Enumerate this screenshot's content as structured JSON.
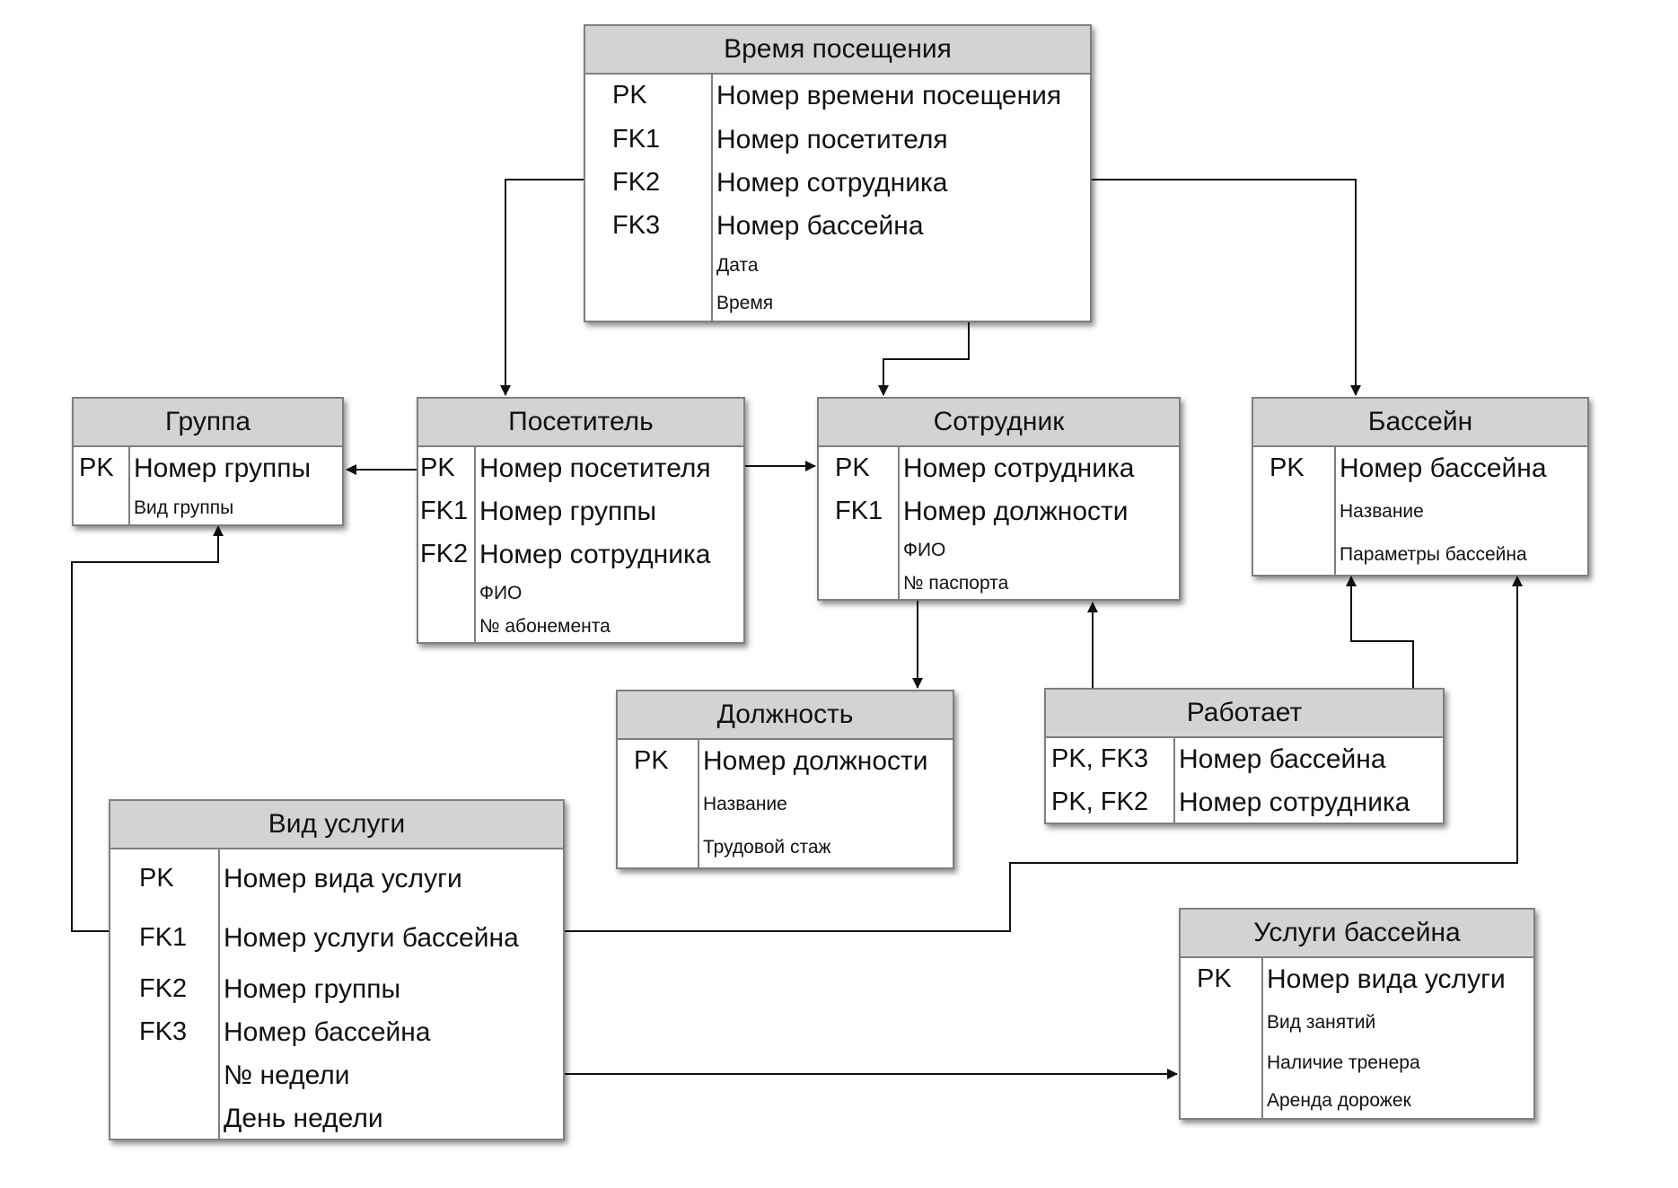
{
  "entities": [
    {
      "id": "vremya",
      "title": "Время посещения",
      "rows": [
        {
          "key": "PK",
          "attr": "Номер времени посещения",
          "size": "big"
        },
        {
          "key": "FK1",
          "attr": "Номер посетителя",
          "size": "big"
        },
        {
          "key": "FK2",
          "attr": "Номер сотрудника",
          "size": "big"
        },
        {
          "key": "FK3",
          "attr": "Номер бассейна",
          "size": "big"
        },
        {
          "key": "",
          "attr": "Дата",
          "size": "small"
        },
        {
          "key": "",
          "attr": "Время",
          "size": "small"
        }
      ]
    },
    {
      "id": "gruppa",
      "title": "Группа",
      "rows": [
        {
          "key": "PK",
          "attr": "Номер группы",
          "size": "big"
        },
        {
          "key": "",
          "attr": "Вид группы",
          "size": "small"
        }
      ]
    },
    {
      "id": "posetitel",
      "title": "Посетитель",
      "rows": [
        {
          "key": "PK",
          "attr": "Номер посетителя",
          "size": "big"
        },
        {
          "key": "FK1",
          "attr": "Номер группы",
          "size": "big"
        },
        {
          "key": "FK2",
          "attr": "Номер сотрудника",
          "size": "big"
        },
        {
          "key": "",
          "attr": "ФИО",
          "size": "small"
        },
        {
          "key": "",
          "attr": "№ абонемента",
          "size": "small"
        }
      ]
    },
    {
      "id": "sotrudnik",
      "title": "Сотрудник",
      "rows": [
        {
          "key": "PK",
          "attr": "Номер сотрудника",
          "size": "big"
        },
        {
          "key": "FK1",
          "attr": "Номер должности",
          "size": "big"
        },
        {
          "key": "",
          "attr": "ФИО",
          "size": "small"
        },
        {
          "key": "",
          "attr": "№ паспорта",
          "size": "small"
        }
      ]
    },
    {
      "id": "bassein",
      "title": "Бассейн",
      "rows": [
        {
          "key": "PK",
          "attr": "Номер бассейна",
          "size": "big"
        },
        {
          "key": "",
          "attr": "Название",
          "size": "small"
        },
        {
          "key": "",
          "attr": "Параметры бассейна",
          "size": "small"
        }
      ]
    },
    {
      "id": "dolzhnost",
      "title": "Должность",
      "rows": [
        {
          "key": "PK",
          "attr": "Номер должности",
          "size": "big"
        },
        {
          "key": "",
          "attr": "Название",
          "size": "small"
        },
        {
          "key": "",
          "attr": "Трудовой стаж",
          "size": "small"
        }
      ]
    },
    {
      "id": "rabotaet",
      "title": "Работает",
      "rows": [
        {
          "key": "PK, FK3",
          "attr": "Номер бассейна",
          "size": "big"
        },
        {
          "key": "PK, FK2",
          "attr": "Номер сотрудника",
          "size": "big"
        }
      ]
    },
    {
      "id": "vid-uslugi",
      "title": "Вид услуги",
      "rows": [
        {
          "key": "PK",
          "attr": "Номер вида услуги",
          "size": "big"
        },
        {
          "key": "FK1",
          "attr": "Номер услуги бассейна",
          "size": "big"
        },
        {
          "key": "FK2",
          "attr": "Номер группы",
          "size": "big"
        },
        {
          "key": "FK3",
          "attr": "Номер бассейна",
          "size": "big"
        },
        {
          "key": "",
          "attr": "№ недели",
          "size": "big"
        },
        {
          "key": "",
          "attr": "День недели",
          "size": "big"
        }
      ]
    },
    {
      "id": "uslugi-basseina",
      "title": "Услуги бассейна",
      "rows": [
        {
          "key": "PK",
          "attr": "Номер вида услуги",
          "size": "big"
        },
        {
          "key": "",
          "attr": "Вид занятий",
          "size": "small"
        },
        {
          "key": "",
          "attr": "Наличие тренера",
          "size": "small"
        },
        {
          "key": "",
          "attr": "Аренда дорожек",
          "size": "small"
        }
      ]
    }
  ],
  "relationships": [
    {
      "from": "vremya",
      "to": "posetitel"
    },
    {
      "from": "vremya",
      "to": "sotrudnik"
    },
    {
      "from": "vremya",
      "to": "bassein"
    },
    {
      "from": "posetitel",
      "to": "gruppa"
    },
    {
      "from": "posetitel",
      "to": "sotrudnik"
    },
    {
      "from": "sotrudnik",
      "to": "dolzhnost"
    },
    {
      "from": "rabotaet",
      "to": "sotrudnik"
    },
    {
      "from": "rabotaet",
      "to": "bassein"
    },
    {
      "from": "vid-uslugi",
      "to": "gruppa"
    },
    {
      "from": "vid-uslugi",
      "to": "bassein"
    },
    {
      "from": "vid-uslugi",
      "to": "uslugi-basseina"
    }
  ],
  "colors": {
    "header": "#d3d3d3",
    "border": "#7f7f7f",
    "line": "#111111"
  }
}
